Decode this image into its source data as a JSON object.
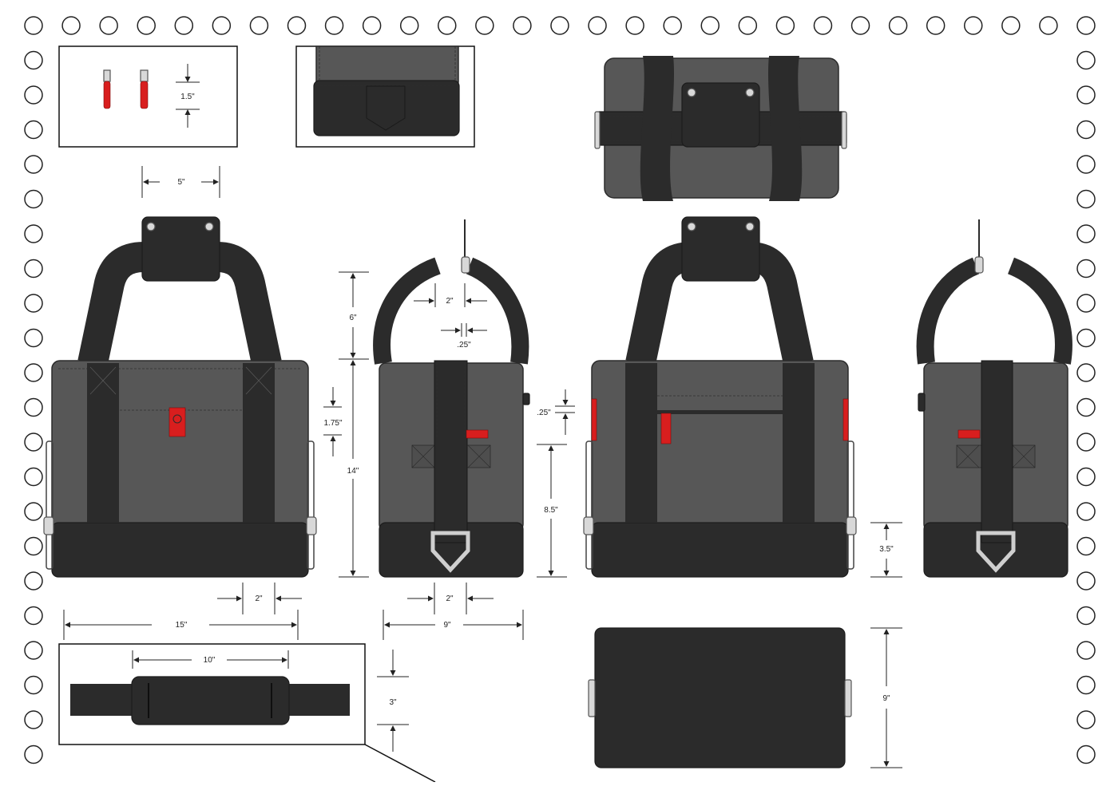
{
  "dimensions": {
    "zipper_pull": "1.5\"",
    "handle_tab_width": "5\"",
    "handle_drop": "6\"",
    "strap_width": "2\"",
    "strap_gap": ".25\"",
    "pocket_height": "1.75\"",
    "body_height": "14\"",
    "top_gap": ".25\"",
    "side_height": "8.5\"",
    "base_height": "3.5\"",
    "front_strap_width": "2\"",
    "side_strap_width": "2\"",
    "front_width": "15\"",
    "side_width": "9\"",
    "pad_width": "10\"",
    "pad_height": "3\"",
    "bottom_depth": "9\""
  },
  "colors": {
    "body": "#575757",
    "strap": "#2b2b2b",
    "accent": "#d81e1e",
    "hardware": "#d8d8d8"
  }
}
